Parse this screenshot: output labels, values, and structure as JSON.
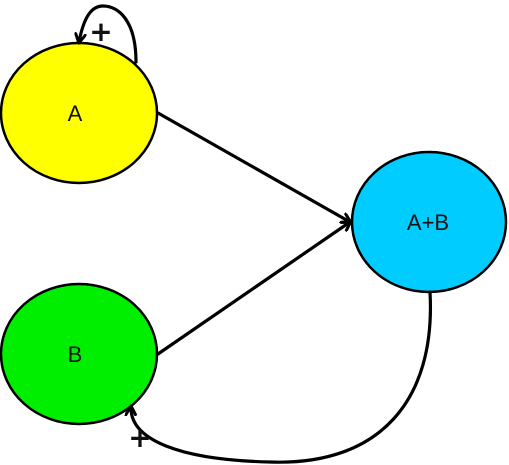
{
  "nodes": {
    "a": {
      "label": "A",
      "color": "#ffff00"
    },
    "b": {
      "label": "B",
      "color": "#00ee00"
    },
    "ab": {
      "label": "A+B",
      "color": "#00ccff"
    }
  },
  "edges": {
    "a_self_loop": {
      "sign": "+"
    },
    "ab_to_b": {
      "sign": "+"
    }
  }
}
